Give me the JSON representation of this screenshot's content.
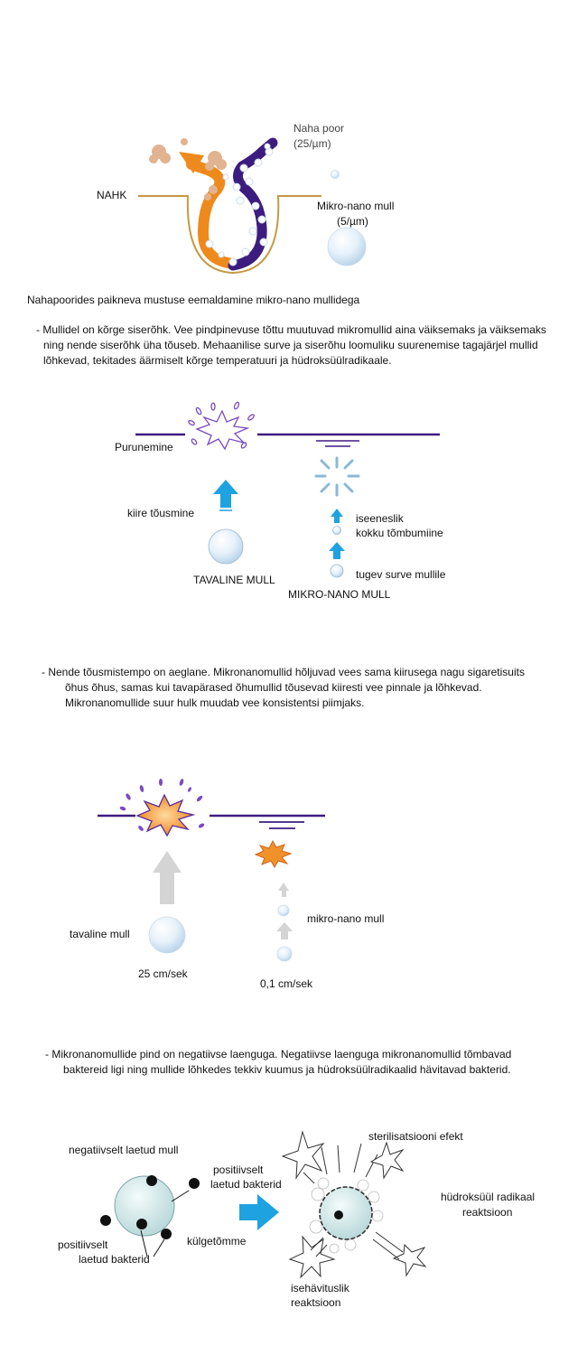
{
  "section1": {
    "label_pore": "Naha poor",
    "label_pore_density": "(25/µm)",
    "label_skin": "NAHK",
    "label_bubble": "Mikro-nano mull",
    "label_bubble_density": "(5/µm)",
    "caption": "Nahapoorides paikneva mustuse eemaldamine mikro-nano mullidega",
    "para_lines": [
      "- Mullidel on kõrge siserõhk. Vee pindpinevuse tõttu muutuvad mikromullid aina väiksemaks ja väiksemaks",
      "ning nende siserõhk üha tõuseb. Mehaanilise surve ja siserõhu loomuliku suurenemise tagajärjel mullid",
      "lõhkevad, tekitades äärmiselt kõrge temperatuuri ja hüdroksüülradikaale."
    ]
  },
  "section2": {
    "label_burst": "Purunemine",
    "label_fast_rise": "kiire tõusmine",
    "label_ordinary": "TAVALINE MULL",
    "label_self_1": "iseeneslik",
    "label_self_2": "kokku tõmbumiine",
    "label_pressure": "tugev surve mullile",
    "label_micro": "MIKRO-NANO MULL",
    "para_lines": [
      "- Nende tõusmistempo on aeglane. Mikronanomullid hõljuvad vees sama kiirusega nagu  sigaretisuits",
      "õhus õhus, samas kui tavapärased õhumullid tõusevad kiiresti vee pinnale ja lõhkevad.",
      "Mikronanomullide suur hulk muudab vee konsistentsi piimjaks."
    ]
  },
  "section3": {
    "label_ordinary": "tavaline mull",
    "label_micro": "mikro-nano mull",
    "speed_ordinary": "25 cm/sek",
    "speed_micro": "0,1 cm/sek",
    "para_lines": [
      "- Mikronanomullide pind on negatiivse laenguga. Negatiivse laenguga mikronanomullid tõmbavad",
      "baktereid ligi ning mullide lõhkedes tekkiv kuumus ja hüdroksüülradikaalid hävitavad bakterid."
    ]
  },
  "section4": {
    "label_steril": "sterilisatsiooni efekt",
    "label_neg_bubble": "negatiivselt laetud mull",
    "label_pos_1": "positiivselt",
    "label_pos_2": "laetud bakterid",
    "label_pos_bl_1": "positiivselt",
    "label_pos_bl_2": "laetud bakterid",
    "label_attraction": "külgetõmme",
    "label_hydroxyl_1": "hüdroksüül radikaal",
    "label_hydroxyl_2": "reaktsioon",
    "label_self_destr_1": "isehävituslik",
    "label_self_destr_2": "reaktsioon"
  },
  "colors": {
    "purple": "#3d1c80",
    "orange": "#ee8a1c",
    "tan": "#c49a44",
    "blue_arrow": "#1ea3e0",
    "grey_arrow": "#d4d4d4",
    "burst_orange": "#f0922a"
  }
}
